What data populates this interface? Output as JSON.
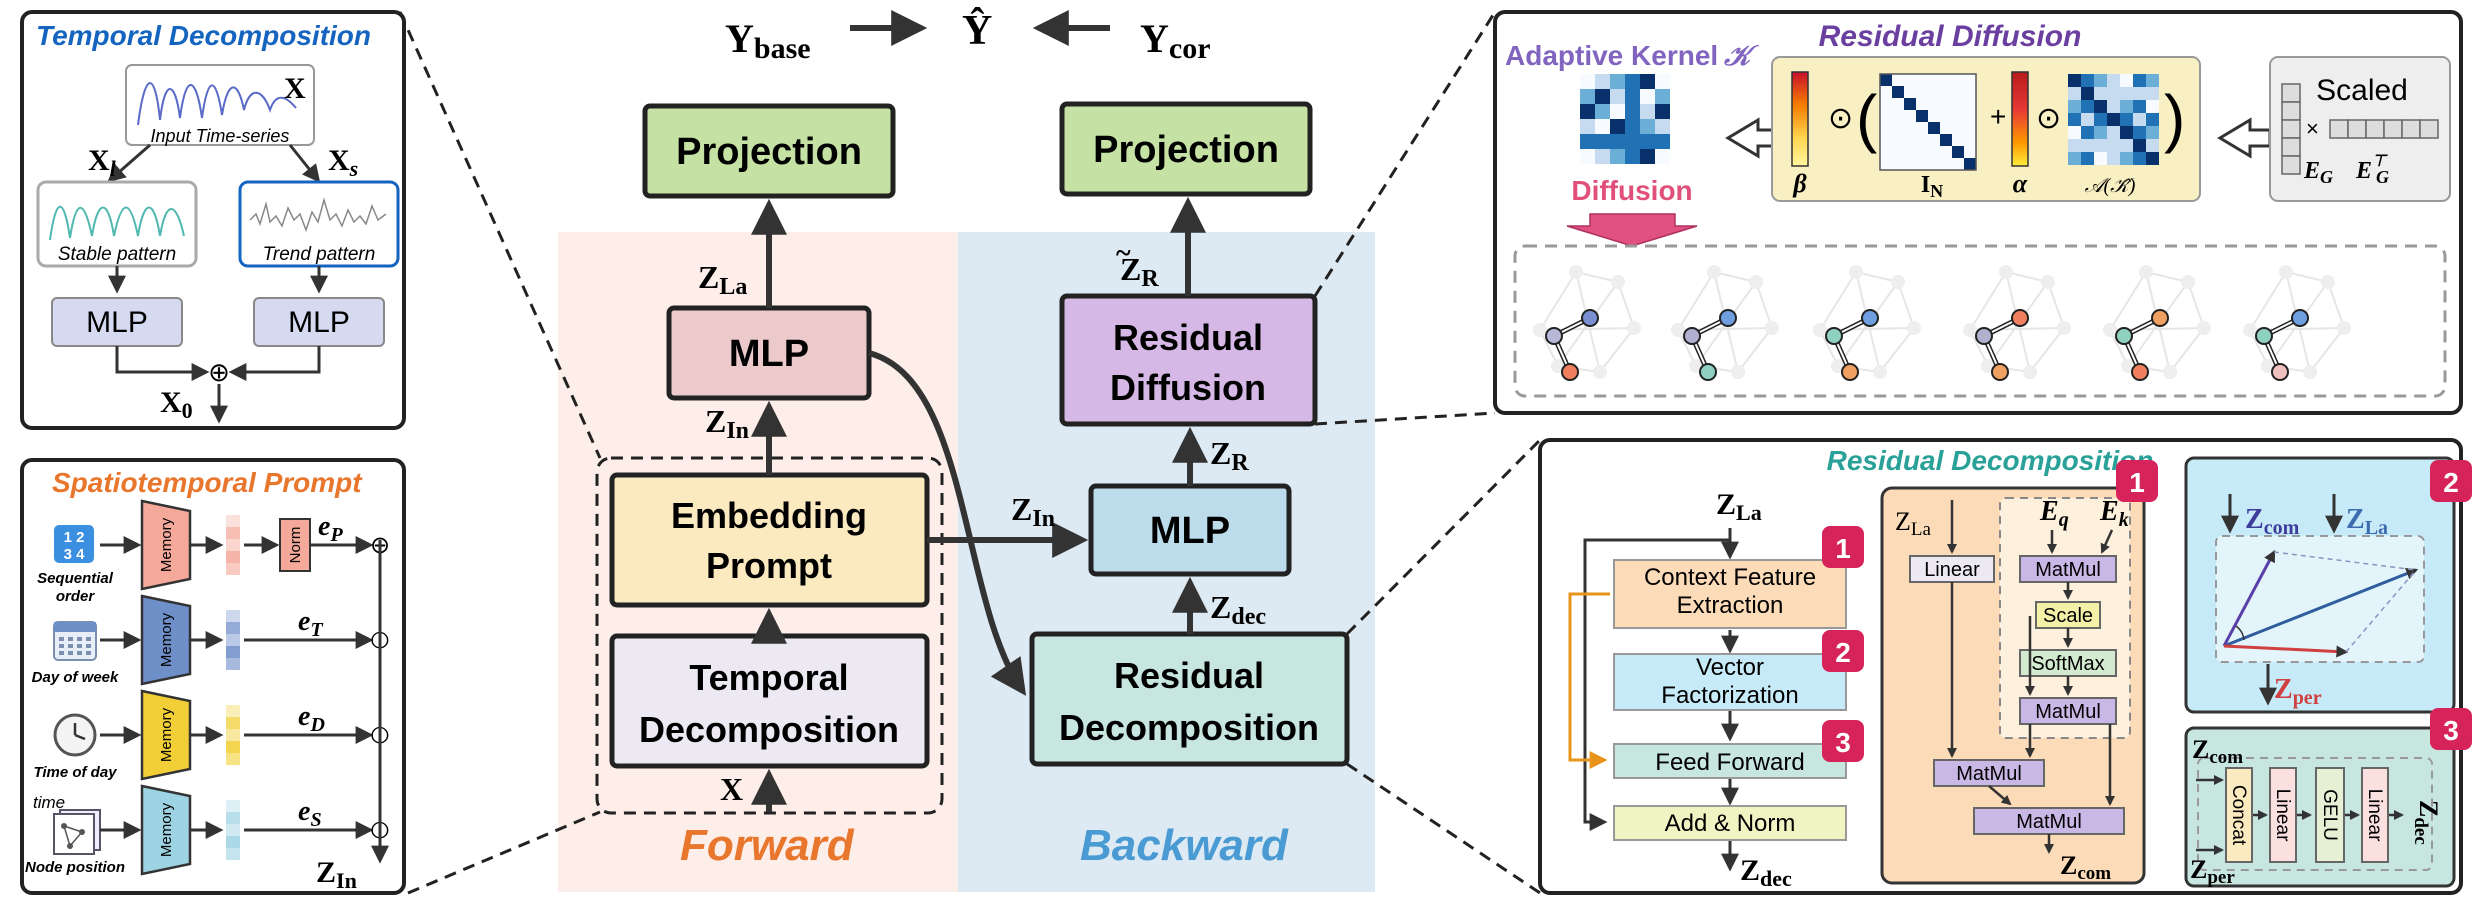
{
  "main": {
    "forward_label": "Forward",
    "backward_label": "Backward",
    "y_base": "Y",
    "y_base_sub": "base",
    "y_hat": "Ŷ",
    "y_cor": "Y",
    "y_cor_sub": "cor",
    "projection_left": "Projection",
    "projection_right": "Projection",
    "mlp_left": "MLP",
    "mlp_center": "MLP",
    "embedding_prompt_l1": "Embedding",
    "embedding_prompt_l2": "Prompt",
    "temporal_decomp_l1": "Temporal",
    "temporal_decomp_l2": "Decomposition",
    "residual_diffusion_l1": "Residual",
    "residual_diffusion_l2": "Diffusion",
    "residual_decomp_l1": "Residual",
    "residual_decomp_l2": "Decomposition",
    "z": "Z",
    "sub_la": "La",
    "sub_in": "In",
    "sub_r": "R",
    "sub_dec": "dec",
    "x_input": "X"
  },
  "temporal_panel": {
    "title": "Temporal Decomposition",
    "x_label": "X",
    "input_caption": "Input Time-series",
    "xl": "X",
    "xl_sub": "l",
    "xs": "X",
    "xs_sub": "s",
    "stable": "Stable pattern",
    "trend": "Trend pattern",
    "mlp_left": "MLP",
    "mlp_right": "MLP",
    "x0": "X",
    "x0_sub": "0",
    "plus": "⊕"
  },
  "prompt_panel": {
    "title": "Spatiotemporal Prompt",
    "rows": [
      {
        "caption": "Sequential order",
        "memory": "Memory",
        "e": "e",
        "sub": "P",
        "extra": "Norm",
        "icon": "number-grid-icon",
        "color": "#f4a99a"
      },
      {
        "caption": "Day of week",
        "memory": "Memory",
        "e": "e",
        "sub": "T",
        "extra": "",
        "icon": "calendar-icon",
        "color": "#6f8fc9"
      },
      {
        "caption": "Time of day",
        "memory": "Memory",
        "e": "e",
        "sub": "D",
        "extra": "",
        "icon": "clock-icon",
        "color": "#f2cf36"
      },
      {
        "caption": "Node position",
        "memory": "Memory",
        "e": "e",
        "sub": "S",
        "extra": "",
        "icon": "graph-icon",
        "color": "#9ed3e3"
      }
    ],
    "time_label": "time",
    "z_in": "Z",
    "z_in_sub": "In"
  },
  "diffusion_panel": {
    "title": "Residual Diffusion",
    "kernel_label": "Adaptive Kernel",
    "kernel_symbol": "𝒦",
    "diffusion_label": "Diffusion",
    "beta": "β",
    "alpha": "α",
    "identity": "I",
    "identity_sub": "N",
    "op_dot": "⊙",
    "op_plus": "+",
    "a_k": "𝒜(𝒦̂)",
    "scaled": "Scaled",
    "times": "×",
    "eg": "E",
    "eg_sub": "G",
    "egt_sup": "⊤"
  },
  "decomp_panel": {
    "title": "Residual Decomposition",
    "z_la": "Z",
    "z_la_sub": "La",
    "z_dec": "Z",
    "z_dec_sub": "dec",
    "steps": [
      "Context Feature Extraction",
      "Vector Factorization",
      "Feed Forward",
      "Add & Norm"
    ],
    "badges": [
      "1",
      "2",
      "3"
    ],
    "attn": {
      "linear": "Linear",
      "matmul": "MatMul",
      "scale": "Scale",
      "softmax": "SoftMax",
      "eq": "E",
      "eq_sub": "q",
      "ek": "E",
      "ek_sub": "k",
      "z_com": "Z",
      "z_com_sub": "com"
    },
    "vec": {
      "z_com_sub": "com",
      "z_la_sub": "La",
      "z_per_sub": "per"
    },
    "ffn": {
      "concat": "Concat",
      "linear": "Linear",
      "gelu": "GELU",
      "z_per_sub": "per",
      "z_dec_sub": "dec"
    }
  },
  "colors": {
    "forward_bg": "#fdeee9",
    "backward_bg": "#dde9f3",
    "forward_text": "#e8762c",
    "backward_text": "#4a9bd4",
    "projection": "#c5e2a4",
    "mlp_pink": "#ecc9ca",
    "embedding": "#fbeac0",
    "temporal": "#ece9f3",
    "mlp_blue": "#bcdbeb",
    "residual_diffusion": "#d5b8e6",
    "residual_decomp": "#c7e6df",
    "diffusion_title": "#6b3fa0",
    "decomp_title": "#2aa198",
    "temporal_title": "#1565c0",
    "prompt_title": "#e8762c",
    "badge": "#d6245a"
  }
}
